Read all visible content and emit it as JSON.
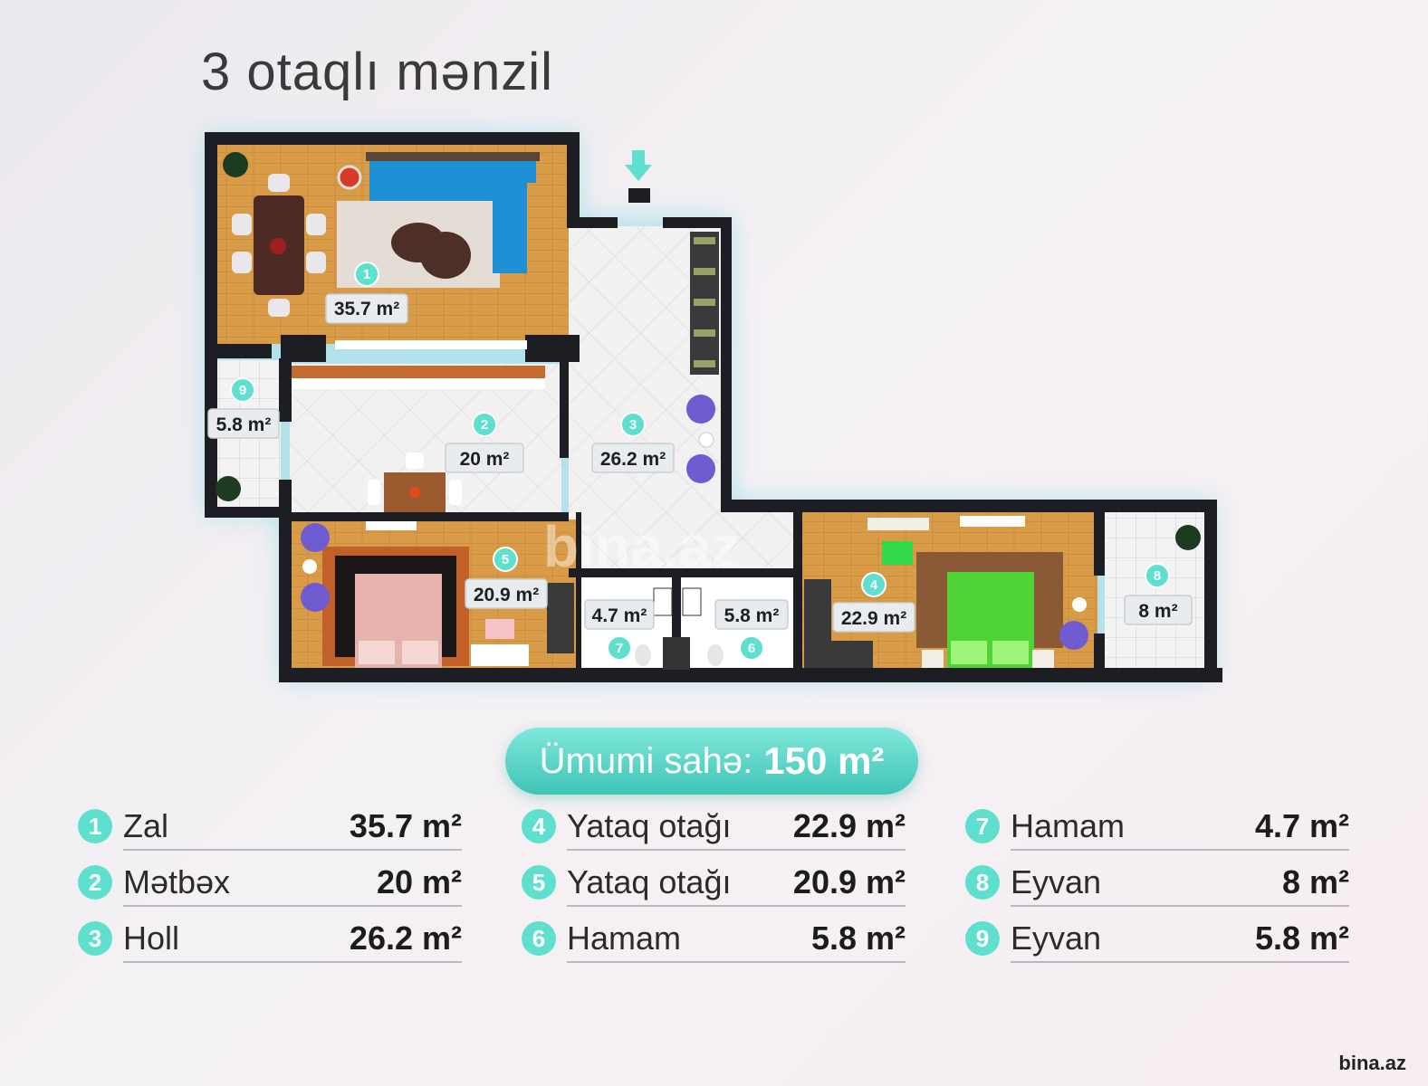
{
  "title": "3 otaqlı mənzil",
  "total": {
    "label": "Ümumi sahə:",
    "value": "150 m²"
  },
  "rooms_on_plan": [
    {
      "num": "1",
      "area": "35.7 m²"
    },
    {
      "num": "2",
      "area": "20 m²"
    },
    {
      "num": "3",
      "area": "26.2 m²"
    },
    {
      "num": "4",
      "area": "22.9 m²"
    },
    {
      "num": "5",
      "area": "20.9 m²"
    },
    {
      "num": "6",
      "area": "5.8 m²"
    },
    {
      "num": "7",
      "area": "4.7 m²"
    },
    {
      "num": "8",
      "area": "8 m²"
    },
    {
      "num": "9",
      "area": "5.8 m²"
    }
  ],
  "legend": [
    {
      "num": "1",
      "name": "Zal",
      "value": "35.7 m²"
    },
    {
      "num": "2",
      "name": "Mətbəx",
      "value": "20 m²"
    },
    {
      "num": "3",
      "name": "Holl",
      "value": "26.2 m²"
    },
    {
      "num": "4",
      "name": "Yataq otağı",
      "value": "22.9 m²"
    },
    {
      "num": "5",
      "name": "Yataq otağı",
      "value": "20.9 m²"
    },
    {
      "num": "6",
      "name": "Hamam",
      "value": "5.8 m²"
    },
    {
      "num": "7",
      "name": "Hamam",
      "value": "4.7 m²"
    },
    {
      "num": "8",
      "name": "Eyvan",
      "value": "8 m²"
    },
    {
      "num": "9",
      "name": "Eyvan",
      "value": "5.8 m²"
    }
  ],
  "watermark": "bina.az",
  "plan_watermark": "bina.az",
  "colors": {
    "accent": "#5fe0cf",
    "wall": "#1d1e24",
    "wood": "#d79a46",
    "tile": "#f1eff0"
  }
}
